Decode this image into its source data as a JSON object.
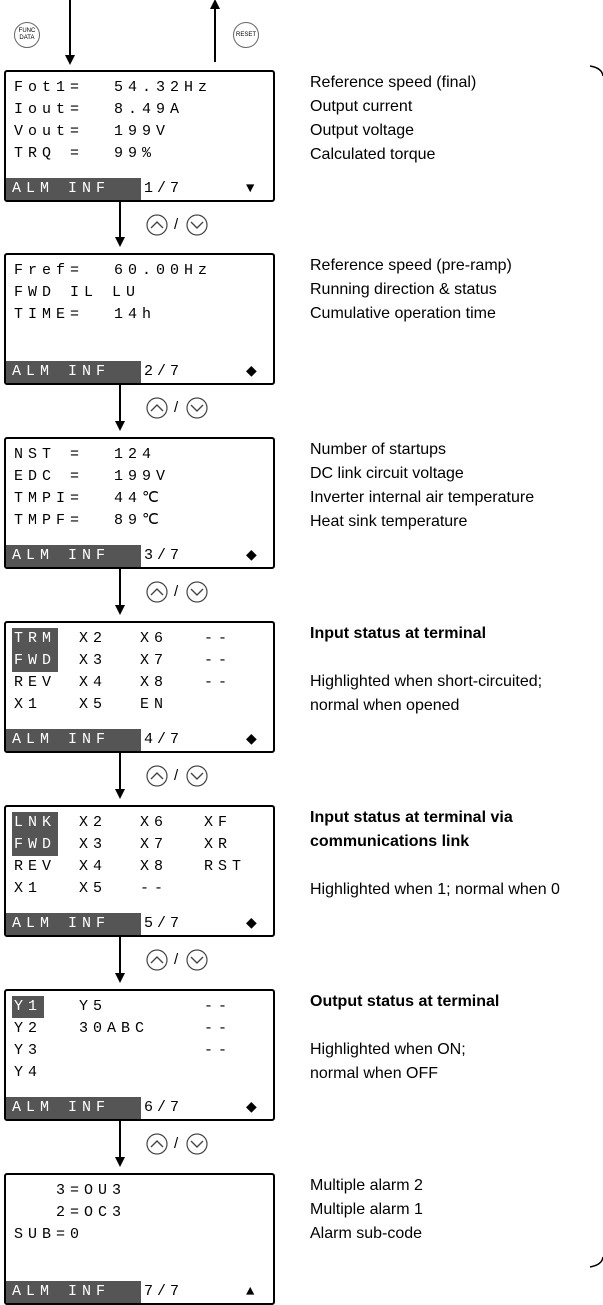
{
  "keys": {
    "func": "FUNC\nDATA",
    "reset": "RESET"
  },
  "nav_sep": "/",
  "screens": [
    {
      "lines": [
        [
          "Fot1=",
          "54.32Hz"
        ],
        [
          "Iout=",
          "8.49A"
        ],
        [
          "Vout=",
          "199V"
        ],
        [
          "TRQ =",
          "99%"
        ]
      ],
      "status": {
        "left": "ALM INF",
        "page": "1/7",
        "sym": "▼"
      },
      "desc": [
        "Reference speed (final)",
        "Output current",
        "Output voltage",
        "Calculated torque"
      ]
    },
    {
      "lines": [
        [
          "Fref=",
          "60.00Hz"
        ],
        [
          "FWD IL LU",
          ""
        ],
        [
          "TIME=",
          "14h"
        ],
        [
          "",
          ""
        ]
      ],
      "status": {
        "left": "ALM INF",
        "page": "2/7",
        "sym": "◆"
      },
      "desc": [
        "Reference speed (pre-ramp)",
        "Running direction & status",
        "Cumulative operation time"
      ]
    },
    {
      "lines": [
        [
          "NST =",
          "124"
        ],
        [
          "EDC =",
          "199V"
        ],
        [
          "TMPI=",
          "44℃"
        ],
        [
          "TMPF=",
          "89℃"
        ]
      ],
      "status": {
        "left": "ALM INF",
        "page": "3/7",
        "sym": "◆"
      },
      "desc": [
        "Number of startups",
        "DC link circuit voltage",
        "Inverter internal air temperature",
        "Heat sink temperature"
      ]
    },
    {
      "grid": [
        [
          "TRM",
          "X2",
          "X6",
          "--"
        ],
        [
          "FWD",
          "X3",
          "X7",
          "--"
        ],
        [
          "REV",
          "X4",
          "X8",
          "--"
        ],
        [
          "X1",
          "X5",
          "EN",
          ""
        ]
      ],
      "status": {
        "left": "ALM INF",
        "page": "4/7",
        "sym": "◆"
      },
      "desc_title": "Input status at terminal",
      "desc": [
        "Highlighted when short-circuited;",
        "normal when opened"
      ]
    },
    {
      "grid": [
        [
          "LNK",
          "X2",
          "X6",
          "XF"
        ],
        [
          "FWD",
          "X3",
          "X7",
          "XR"
        ],
        [
          "REV",
          "X4",
          "X8",
          "RST"
        ],
        [
          "X1",
          "X5",
          "--",
          ""
        ]
      ],
      "status": {
        "left": "ALM INF",
        "page": "5/7",
        "sym": "◆"
      },
      "desc_title": [
        "Input status at terminal via",
        "communications link"
      ],
      "desc": [
        "Highlighted when 1; normal when 0"
      ]
    },
    {
      "grid": [
        [
          "Y1",
          "Y5",
          "",
          "--"
        ],
        [
          "Y2",
          "30ABC",
          "",
          "--"
        ],
        [
          "Y3",
          "",
          "",
          "--"
        ],
        [
          "Y4",
          "",
          "",
          ""
        ]
      ],
      "status": {
        "left": "ALM INF",
        "page": "6/7",
        "sym": "◆"
      },
      "desc_title": "Output status at terminal",
      "desc": [
        "Highlighted when ON;",
        "normal when OFF"
      ]
    },
    {
      "lines": [
        [
          "   3=OU3",
          ""
        ],
        [
          "   2=OC3",
          ""
        ],
        [
          "SUB=0",
          ""
        ],
        [
          "",
          ""
        ]
      ],
      "status": {
        "left": "ALM INF",
        "page": "7/7",
        "sym": "▲"
      },
      "desc": [
        "Multiple alarm 2",
        "Multiple alarm 1",
        "Alarm sub-code"
      ]
    }
  ]
}
